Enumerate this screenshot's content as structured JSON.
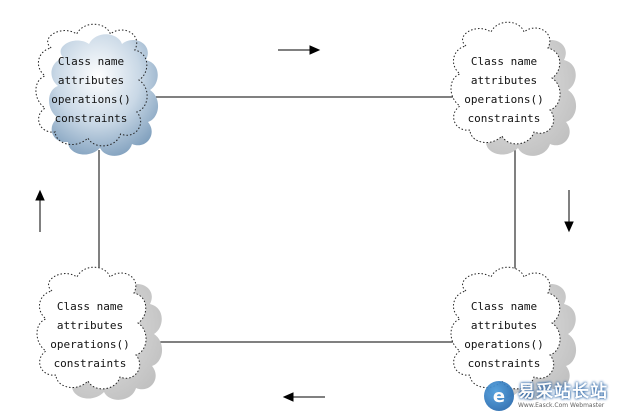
{
  "nodes": [
    {
      "id": "top-left",
      "lines": [
        "Class name",
        "attributes",
        "operations()",
        "constraints"
      ],
      "style": "shaded-blue"
    },
    {
      "id": "top-right",
      "lines": [
        "Class name",
        "attributes",
        "operations()",
        "constraints"
      ],
      "style": "gray-shadow"
    },
    {
      "id": "bottom-left",
      "lines": [
        "Class name",
        "attributes",
        "operations()",
        "constraints"
      ],
      "style": "gray-shadow"
    },
    {
      "id": "bottom-right",
      "lines": [
        "Class name",
        "attributes",
        "operations()",
        "constraints"
      ],
      "style": "gray-shadow"
    }
  ],
  "arrows": [
    {
      "id": "arrow-top",
      "direction": "right"
    },
    {
      "id": "arrow-right",
      "direction": "down"
    },
    {
      "id": "arrow-bottom",
      "direction": "left"
    },
    {
      "id": "arrow-left",
      "direction": "up"
    }
  ],
  "colors": {
    "cloud_blue": "#9db7cf",
    "shadow_gray": "#c8c8c8",
    "line": "#000000"
  },
  "watermark": {
    "logo_icon": "e-circle-icon",
    "logo_letter": "e",
    "text": "易采站长站",
    "subtext": "Www.Easck.Com Webmaster"
  }
}
